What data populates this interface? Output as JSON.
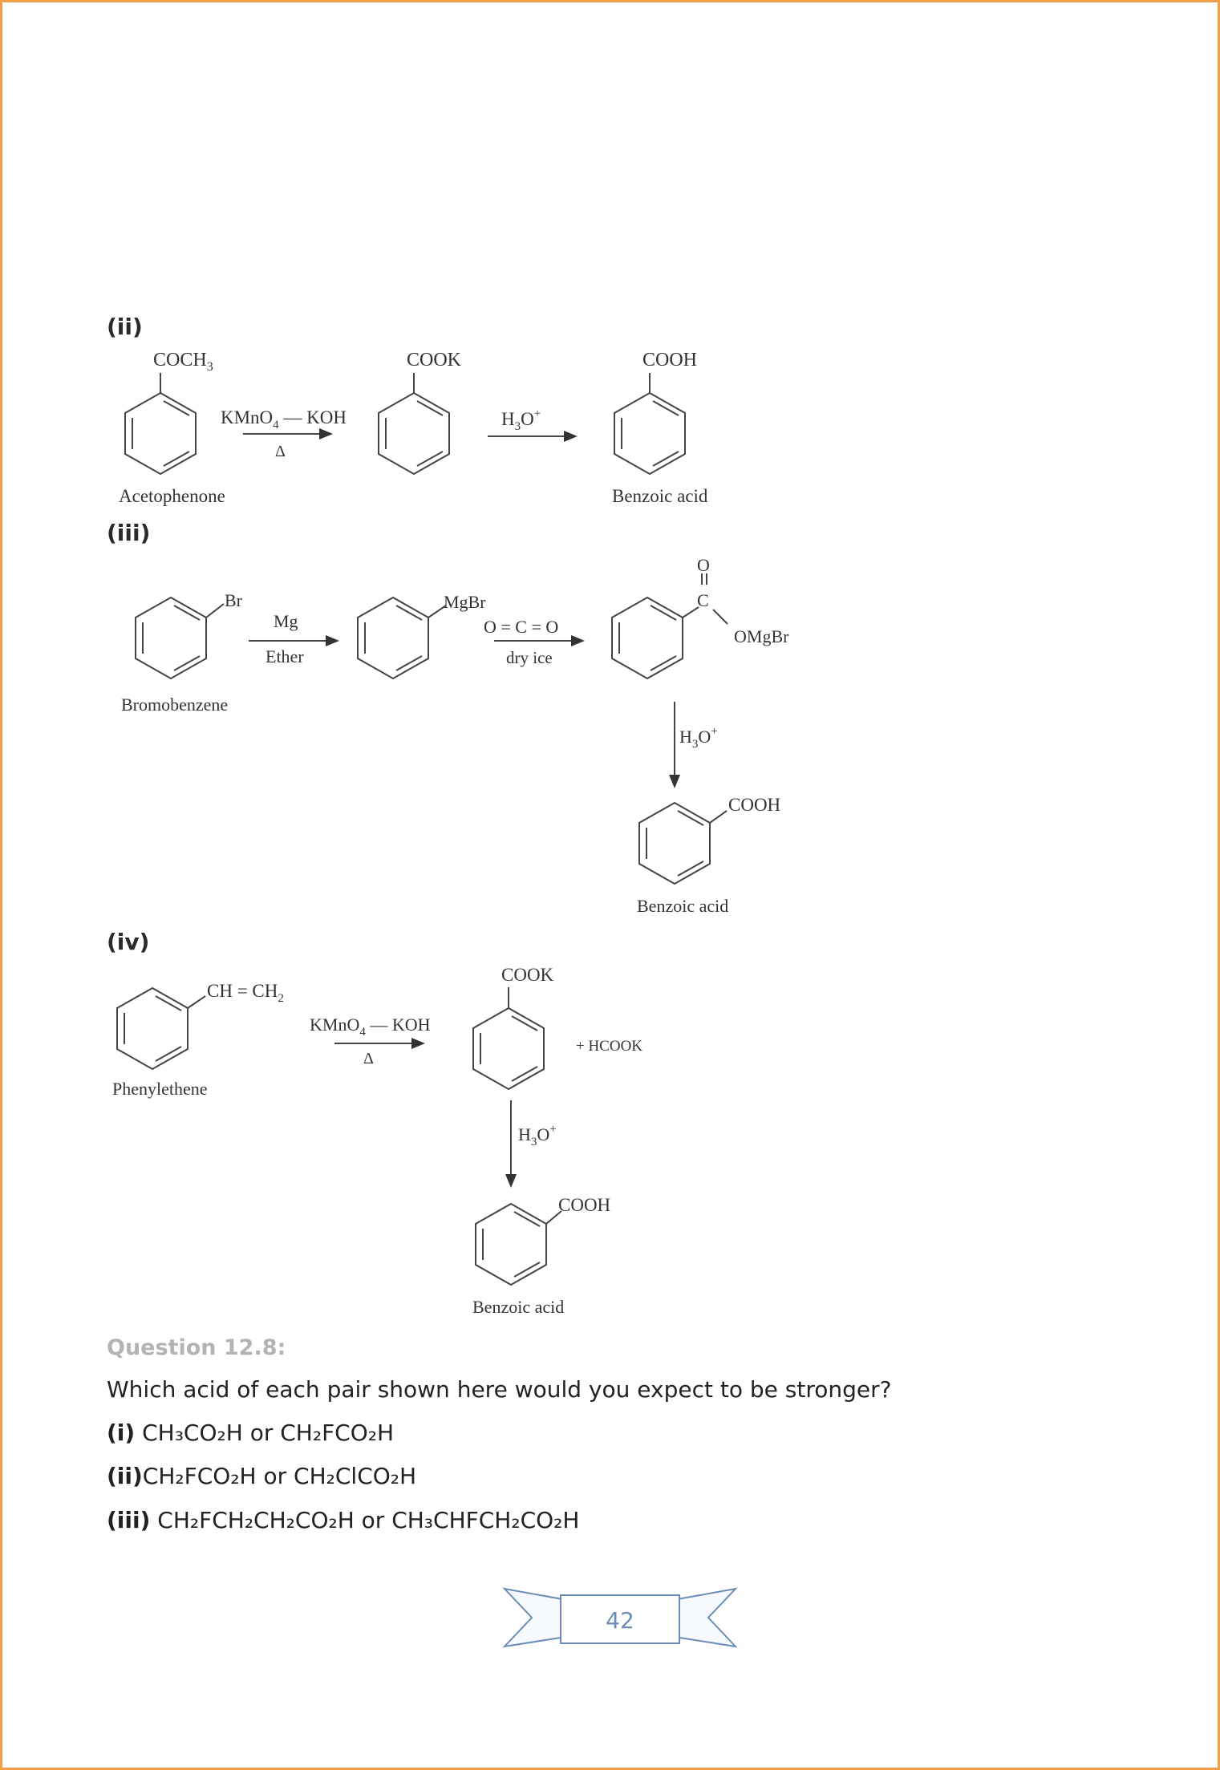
{
  "labels": {
    "ii": "(ii)",
    "iii": "(iii)",
    "iv": "(iv)"
  },
  "scheme_ii": {
    "sub1": "COCH",
    "sub1_sub": "3",
    "reagent_top_a": "KMnO",
    "reagent_top_a_sub": "4",
    "reagent_top_b": " — KOH",
    "reagent_bottom": "Δ",
    "sub2": "COOK",
    "reagent2_a": "H",
    "reagent2_a_sub": "3",
    "reagent2_b": "O",
    "reagent2_sup": "+",
    "sub3": "COOH",
    "name1": "Acetophenone",
    "name3": "Benzoic acid"
  },
  "scheme_iii": {
    "sub1": "Br",
    "reagent1_top": "Mg",
    "reagent1_bottom": "Ether",
    "sub2": "MgBr",
    "reagent2_top": "O = C = O",
    "reagent2_bottom": "dry ice",
    "carbonyl_o": "O",
    "carbonyl_c": "C",
    "sub3": "OMgBr",
    "reagent3_a": "H",
    "reagent3_a_sub": "3",
    "reagent3_b": "O",
    "reagent3_sup": "+",
    "sub4": "COOH",
    "name1": "Bromobenzene",
    "name4": "Benzoic acid"
  },
  "scheme_iv": {
    "sub1_a": "CH = CH",
    "sub1_sub": "2",
    "reagent_top_a": "KMnO",
    "reagent_top_a_sub": "4",
    "reagent_top_b": " — KOH",
    "reagent_bottom": "Δ",
    "sub2": "COOK",
    "byproduct": "+  HCOOK",
    "reagent2_a": "H",
    "reagent2_a_sub": "3",
    "reagent2_b": "O",
    "reagent2_sup": "+",
    "sub3": "COOH",
    "name1": "Phenylethene",
    "name3": "Benzoic acid"
  },
  "question": {
    "title": "Question 12.8:",
    "prompt": "Which acid of each pair shown here would you expect to be stronger?",
    "items": [
      {
        "label": "(i)",
        "text": " CH₃CO₂H or CH₂FCO₂H"
      },
      {
        "label": "(ii)",
        "text": "CH₂FCO₂H or CH₂ClCO₂H"
      },
      {
        "label": "(iii)",
        "text": " CH₂FCH₂CH₂CO₂H or CH₃CHFCH₂CO₂H"
      }
    ]
  },
  "footer": {
    "page_number": "42"
  },
  "colors": {
    "border": "#F0A04B",
    "question_title": "#b3b3b3",
    "page_banner": "#6B8DB5"
  }
}
